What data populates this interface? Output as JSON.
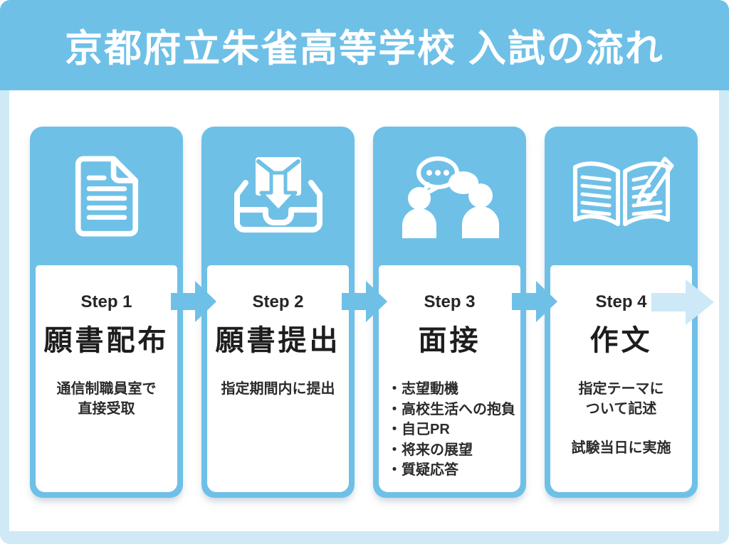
{
  "banner": {
    "title": "京都府立朱雀高等学校 入試の流れ"
  },
  "colors": {
    "accent_blue": "#6fc0e7",
    "pale_frame_blue": "#cfe9f7",
    "pale_arrow_blue": "#cde8f7",
    "text_dark": "#2b2b2b",
    "card_panel_white": "#ffffff"
  },
  "steps": [
    {
      "icon": "document-icon",
      "step_label": "Step 1",
      "title": "願書配布",
      "desc_lines": [
        "通信制職員室で",
        "直接受取"
      ]
    },
    {
      "icon": "inbox-submit-icon",
      "step_label": "Step 2",
      "title": "願書提出",
      "desc_lines": [
        "指定期間内に提出"
      ]
    },
    {
      "icon": "interview-speech-icon",
      "step_label": "Step 3",
      "title": "面接",
      "bullets": [
        "・志望動機",
        "・高校生活への抱負",
        "・自己PR",
        "・将来の展望",
        "・質疑応答"
      ]
    },
    {
      "icon": "book-pen-icon",
      "step_label": "Step 4",
      "title": "作文",
      "desc_lines": [
        "指定テーマに",
        "ついて記述"
      ],
      "desc2_lines": [
        "試験当日に実施"
      ]
    }
  ]
}
